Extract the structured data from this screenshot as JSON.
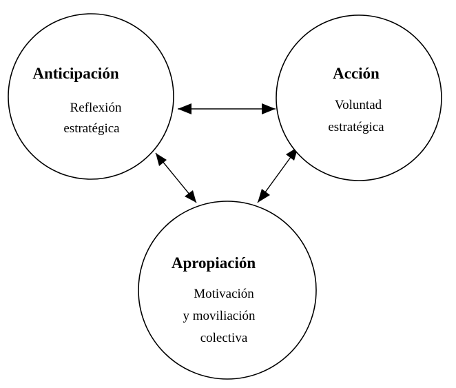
{
  "diagram": {
    "nodes": {
      "anticipacion": {
        "title": "Anticipación",
        "lines": [
          "Reflexión",
          "estratégica"
        ]
      },
      "accion": {
        "title": "Acción",
        "lines": [
          "Voluntad",
          "estratégica"
        ]
      },
      "apropiacion": {
        "title": "Apropiación",
        "lines": [
          "Motivación",
          "y moviliación",
          "colectiva"
        ]
      }
    },
    "edges": [
      {
        "from": "anticipacion",
        "to": "accion",
        "direction": "both"
      },
      {
        "from": "anticipacion",
        "to": "apropiacion",
        "direction": "both"
      },
      {
        "from": "accion",
        "to": "apropiacion",
        "direction": "both"
      }
    ],
    "colors": {
      "stroke": "#000000",
      "background": "#ffffff"
    }
  }
}
